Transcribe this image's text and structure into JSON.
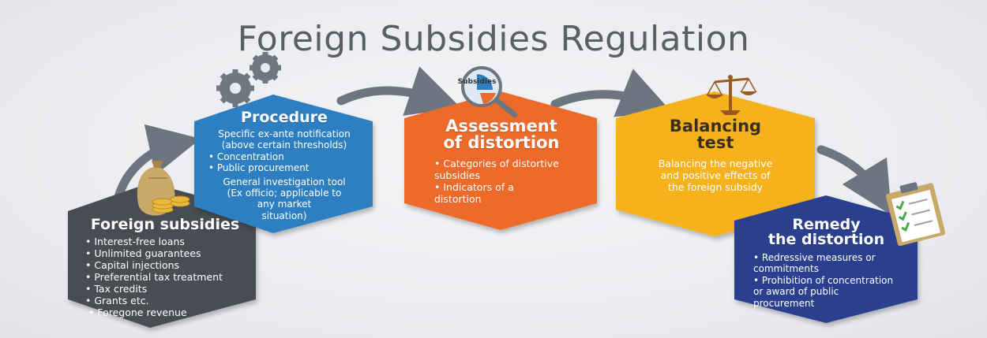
{
  "title": "Foreign Subsidies Regulation",
  "steps": {
    "foreign_subsidies": {
      "title": "Foreign subsidies",
      "bullets": [
        "Interest-free loans",
        "Unlimited guarantees",
        "Capital injections",
        "Preferential tax treatment",
        "Tax credits",
        "Grants etc.",
        "Foregone revenue"
      ],
      "color": "#4a4d52"
    },
    "procedure": {
      "title": "Procedure",
      "intro_line1": "Specific ex-ante notification",
      "intro_line2": "(above certain thresholds)",
      "bullets": [
        "Concentration",
        "Public procurement"
      ],
      "tool_line1": "General investigation tool",
      "tool_line2": "(Ex officio; applicable to",
      "tool_line3": "any market",
      "tool_line4": "situation)",
      "color": "#2f7fc1"
    },
    "assessment": {
      "title_line1": "Assessment",
      "title_line2": "of distortion",
      "bullets": [
        "Categories of distortive subsidies",
        "Indicators of a distortion"
      ],
      "icon_label": "Subsidies",
      "color": "#ec6a2c"
    },
    "balancing": {
      "title_line1": "Balancing",
      "title_line2": "test",
      "body_line1": "Balancing the negative",
      "body_line2": "and positive effects of",
      "body_line3": "the foreign subsidy",
      "color": "#f6b21b"
    },
    "remedy": {
      "title_line1": "Remedy",
      "title_line2": "the distortion",
      "bullets": [
        "Redressive measures or commitments",
        "Prohibition of concentration or award of public procurement"
      ],
      "color": "#2a3f8f"
    }
  },
  "colors": {
    "arrow": "#6d7680",
    "money_bag": "#c9a86a",
    "coin": "#e8b93a",
    "gear": "#6f7780",
    "scale": "#9a5a1e"
  },
  "icons": [
    "money-bag-icon",
    "coins-icon",
    "gears-icon",
    "magnifier-chart-icon",
    "scale-icon",
    "clipboard-checklist-icon"
  ]
}
